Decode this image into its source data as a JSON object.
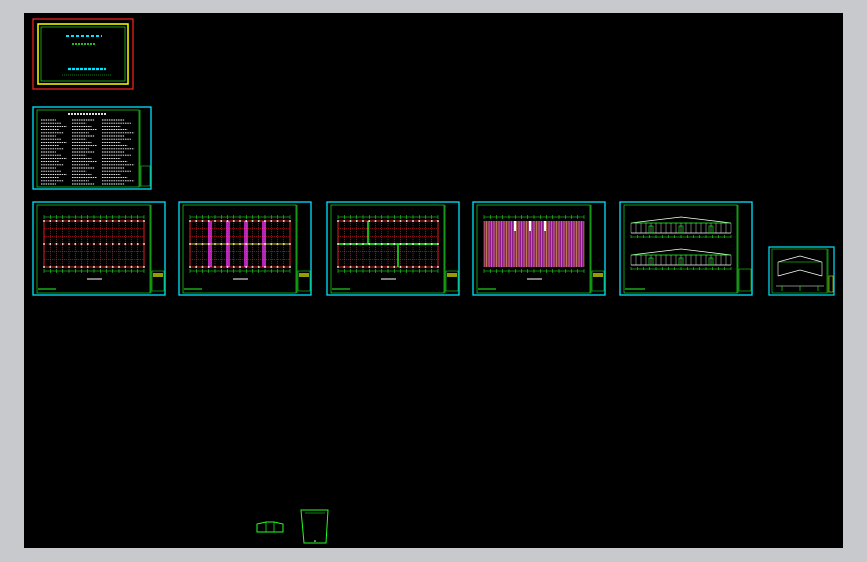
{
  "app": {
    "type": "CAD model space viewer",
    "background_color": "#000000",
    "window_bg": "#c7c9cc"
  },
  "colors": {
    "frame_cyan": "#00e5ff",
    "green": "#22ff22",
    "yellow": "#ffff00",
    "red": "#ff2222",
    "magenta": "#ff33ff",
    "white": "#ffffff",
    "selection_red": "#ff0000"
  },
  "sheets": [
    {
      "id": "cover",
      "kind": "cover-sheet",
      "selected": true
    },
    {
      "id": "notes",
      "kind": "design-notes-sheet"
    },
    {
      "id": "plan-1",
      "kind": "column-layout-plan"
    },
    {
      "id": "plan-2",
      "kind": "beam-layout-plan"
    },
    {
      "id": "plan-3",
      "kind": "framing-plan"
    },
    {
      "id": "plan-4",
      "kind": "roof-purlin-plan"
    },
    {
      "id": "elev-1",
      "kind": "elevation-sheet"
    },
    {
      "id": "section-1",
      "kind": "section-sheet"
    }
  ],
  "loose_objects": [
    {
      "id": "block-1",
      "kind": "small-block"
    },
    {
      "id": "block-2",
      "kind": "trapezoid-block"
    }
  ]
}
